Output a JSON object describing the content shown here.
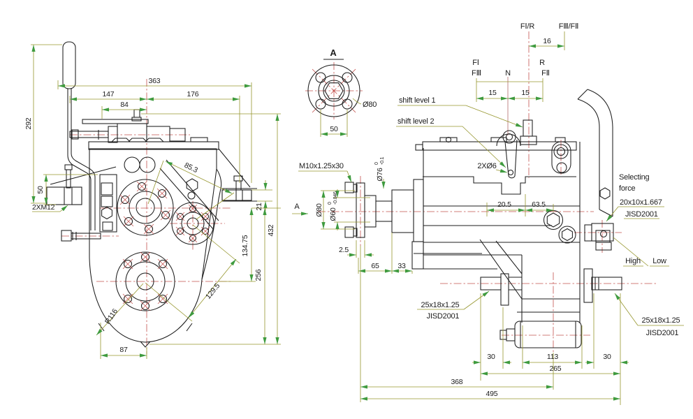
{
  "drawing": {
    "type": "engineering-drawing",
    "subject": "gearbox three-view dimensioned drawing",
    "colors": {
      "outline": "#1c1c1c",
      "dimension_line": "#96962e",
      "arrow": "#3f9b3f",
      "centerline": "#c4524e",
      "hub_fill": "#d9cb9a",
      "background": "#ffffff"
    }
  },
  "front_view": {
    "dim_363": "363",
    "dim_147": "147",
    "dim_176": "176",
    "dim_84": "84",
    "dim_292": "292",
    "dim_50": "50",
    "label_2xm12": "2XM12",
    "dim_85_3": "85.3",
    "dim_21": "21",
    "dim_432": "432",
    "dim_134_75": "134.75",
    "dim_256": "256",
    "dim_129_5": "129.5",
    "label_r116": "R116",
    "dim_87": "87"
  },
  "detail_a": {
    "title": "A",
    "label_dia80": "Ø80",
    "dim_50": "50"
  },
  "shift_gate": {
    "fi_r": "FⅠ/R",
    "fiii_fii": "FⅢ/FⅡ",
    "dim_16": "16",
    "fi": "FⅠ",
    "fiii": "FⅢ",
    "n": "N",
    "r": "R",
    "fii": "FⅡ",
    "dim_15_left": "15",
    "dim_15_right": "15"
  },
  "side_view": {
    "view_label": "A",
    "label_m10": "M10x1.25x30",
    "dia76": "Ø76",
    "dia76_tol_top": "0",
    "dia76_tol_bot": "-0.1",
    "dia80": "Ø80",
    "dia60": "Ø60",
    "dia60_tol_top": "0",
    "dia60_tol_bot": "-0.046",
    "dim_2_5": "2.5",
    "dim_65": "65",
    "dim_33": "33",
    "label_shift1": "shift level 1",
    "label_shift2": "shift level 2",
    "label_2xd6": "2XØ6",
    "dim_20_5": "20.5",
    "dim_63_5": "63.5",
    "selecting_line1": "Selecting",
    "selecting_line2": "force",
    "selecting_line3": "20x10x1.667",
    "selecting_line4": "JISD2001",
    "label_high": "High",
    "label_low": "Low",
    "key_left_line1": "25x18x1.25",
    "key_left_line2": "JISD2001",
    "key_right_line1": "25x18x1.25",
    "key_right_line2": "JISD2001",
    "dim_30_left": "30",
    "dim_113": "113",
    "dim_30_right": "30",
    "dim_265": "265",
    "dim_368": "368",
    "dim_495": "495"
  }
}
